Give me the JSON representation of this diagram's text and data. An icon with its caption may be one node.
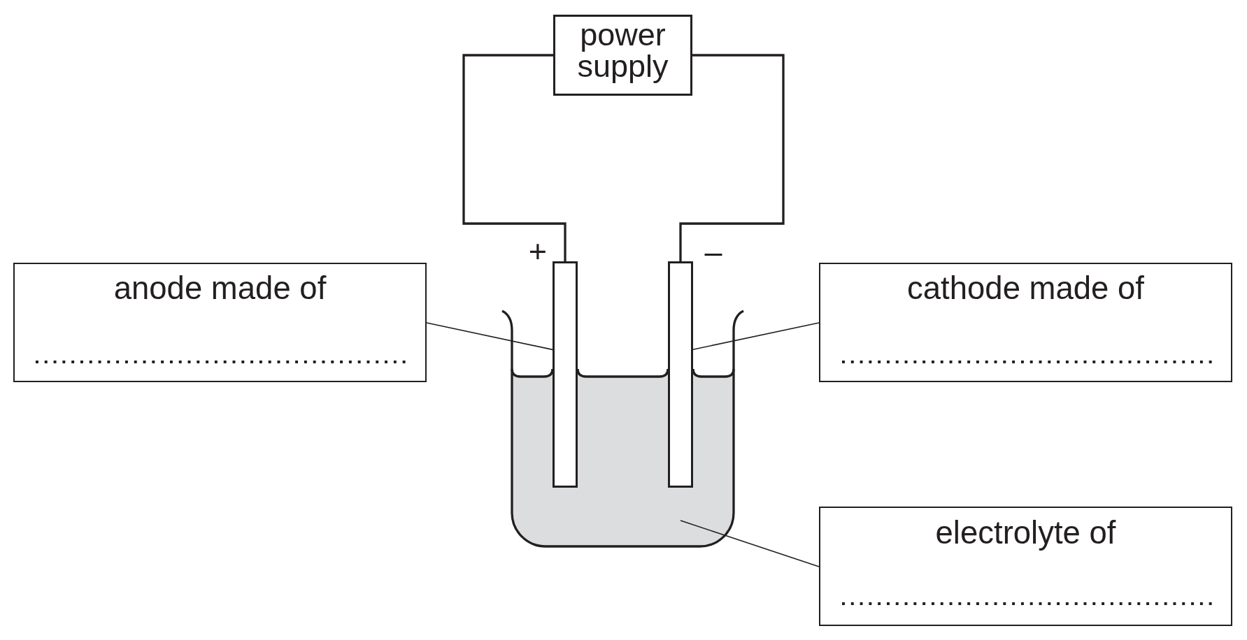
{
  "diagram": {
    "nodes": [
      {
        "text": [
          "power supply"
        ]
      },
      {
        "text": [
          "anode made of"
        ]
      },
      {
        "text": [],
        "shape": "bar",
        "beside": [
          "+"
        ]
      },
      {
        "text": [],
        "shape": "bar",
        "beside": [
          "–"
        ]
      },
      {
        "text": [
          "cathode made of"
        ]
      },
      {
        "text": [
          "electrolyte of"
        ]
      }
    ],
    "edges": [
      {
        "from": 0,
        "to": 2,
        "arrow": "none"
      },
      {
        "from": 0,
        "to": 3,
        "arrow": "none"
      },
      {
        "from": 1,
        "to": 2,
        "arrow": "none"
      },
      {
        "from": 4,
        "to": 3,
        "arrow": "none"
      },
      {
        "from": 5,
        "to": null,
        "arrow": "none"
      }
    ]
  }
}
